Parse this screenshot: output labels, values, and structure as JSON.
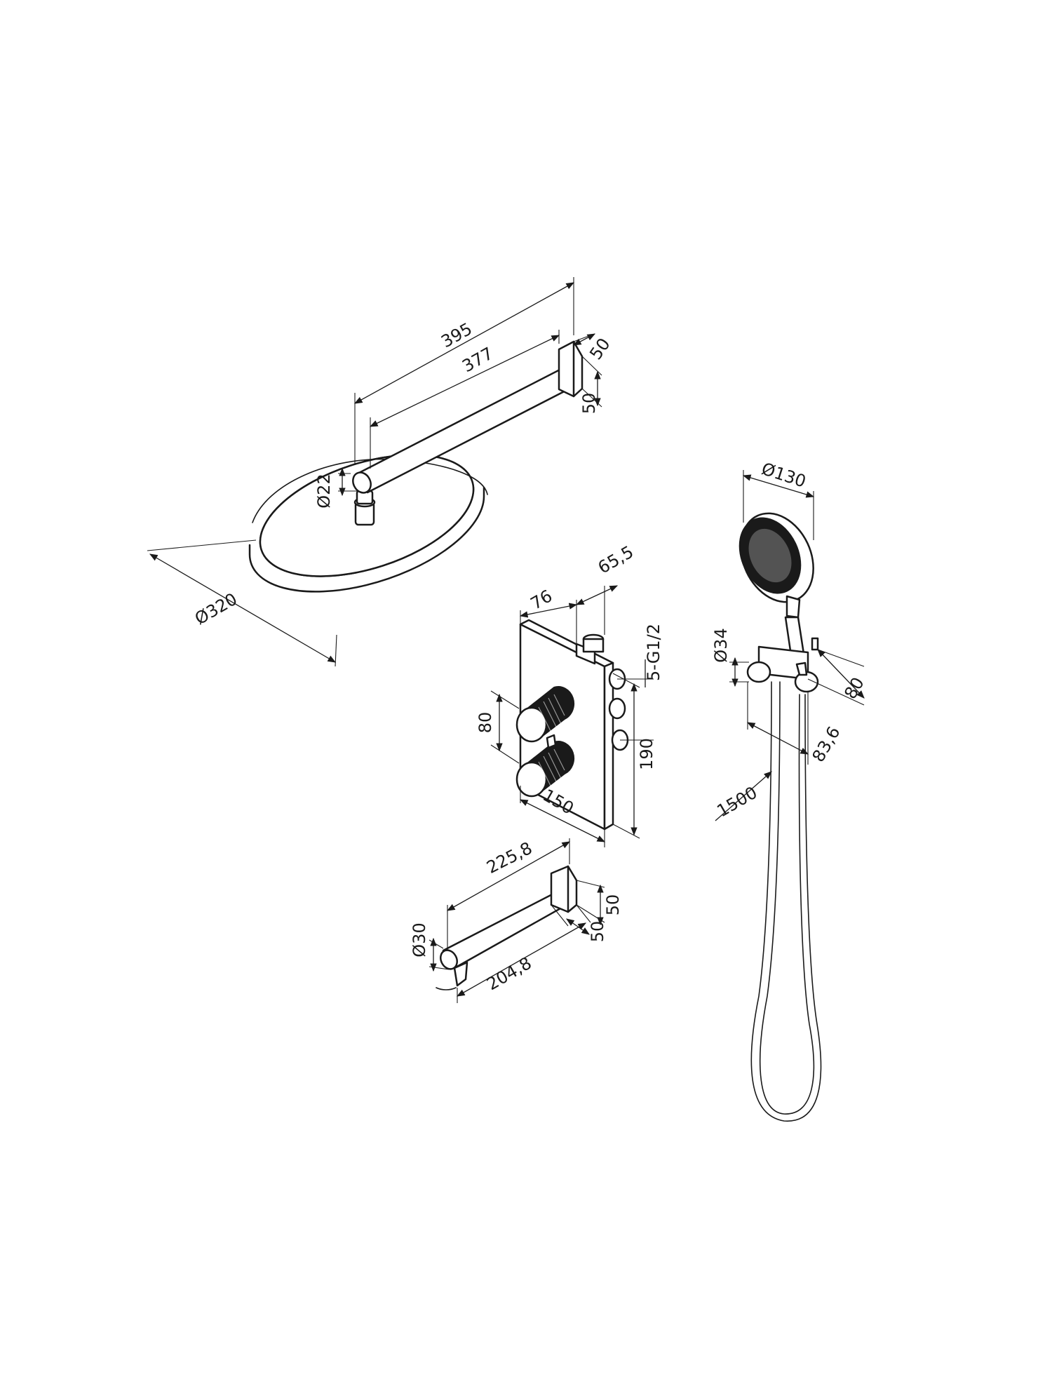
{
  "labels": {
    "arm_395": "395",
    "arm_377": "377",
    "arm_flange_50_a": "50",
    "arm_flange_50_b": "50",
    "arm_diameter_22": "Ø22",
    "head_diameter_320": "Ø320",
    "valve_76": "76",
    "valve_65_5": "65,5",
    "valve_5_g12": "5-G1/2",
    "valve_80": "80",
    "valve_190": "190",
    "valve_150": "150",
    "hand_130": "Ø130",
    "hand_34": "Ø34",
    "hand_80": "80",
    "hand_83_6": "83,6",
    "hose_1500": "1500",
    "spout_225_8": "225,8",
    "spout_204_8": "204,8",
    "spout_30": "Ø30",
    "spout_50_a": "50",
    "spout_50_b": "50"
  },
  "colors": {
    "line": "#1a1a1a",
    "background": "#ffffff"
  }
}
